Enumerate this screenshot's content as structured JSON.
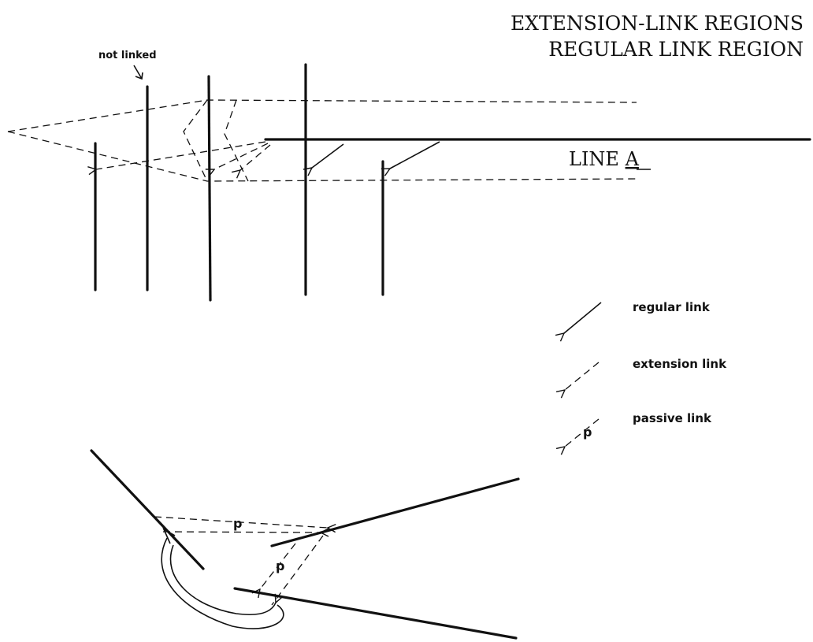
{
  "title": {
    "line1": "EXTENSION-LINK REGIONS",
    "line2": "REGULAR LINK REGION"
  },
  "labels": {
    "not_linked": "not linked",
    "line_a_prefix": "LINE ",
    "line_a_letter": "A",
    "passive_p1": "p",
    "passive_p2": "p"
  },
  "legend": {
    "regular": "regular link",
    "extension": "extension link",
    "passive": "passive link",
    "passive_marker": "p"
  }
}
